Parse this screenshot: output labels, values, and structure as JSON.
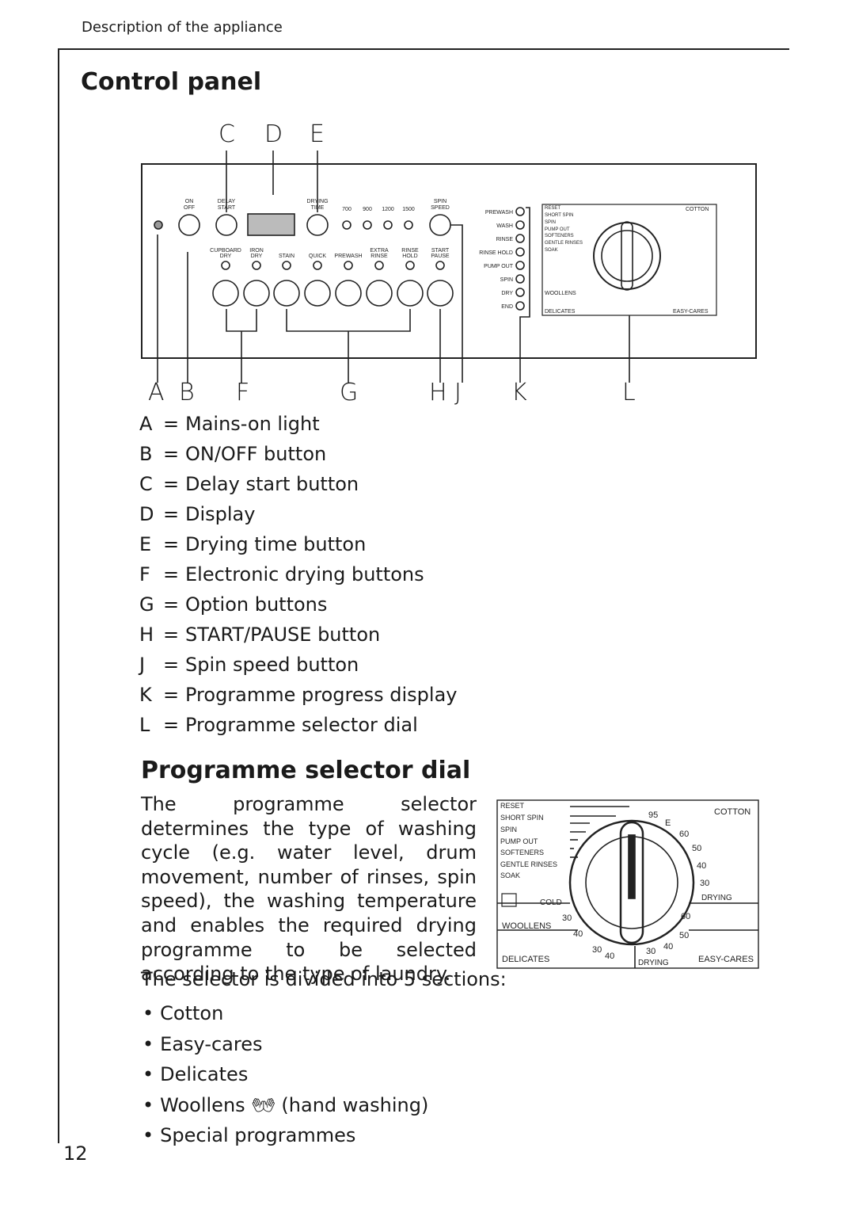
{
  "header": "Description of the appliance",
  "title": "Control panel",
  "callouts_top": [
    "C",
    "D",
    "E"
  ],
  "callouts_bottom": [
    "A",
    "B",
    "F",
    "G",
    "H",
    "J",
    "K",
    "L"
  ],
  "panel": {
    "top_labels": {
      "on_off": [
        "ON",
        "OFF"
      ],
      "delay_start": [
        "DELAY",
        "START"
      ],
      "drying_time": [
        "DRYING",
        "TIME"
      ],
      "spin_speed": [
        "SPIN",
        "SPEED"
      ],
      "speeds": [
        "700",
        "900",
        "1200",
        "1500"
      ]
    },
    "option_labels": [
      [
        "CUPBOARD",
        "DRY"
      ],
      [
        "IRON",
        "DRY"
      ],
      [
        "STAIN"
      ],
      [
        "QUICK"
      ],
      [
        "PREWASH"
      ],
      [
        "EXTRA",
        "RINSE"
      ],
      [
        "RINSE",
        "HOLD"
      ],
      [
        "START",
        "PAUSE"
      ]
    ],
    "progress_labels": [
      "PREWASH",
      "WASH",
      "RINSE",
      "RINSE HOLD",
      "PUMP OUT",
      "SPIN",
      "DRY",
      "END"
    ]
  },
  "dial": {
    "left_labels": [
      "RESET",
      "SHORT SPIN",
      "SPIN",
      "PUMP OUT",
      "SOFTENERS",
      "GENTLE RINSES",
      "SOAK"
    ],
    "cotton": "COTTON",
    "cotton_temps": [
      "95",
      "E",
      "60",
      "50",
      "40",
      "30"
    ],
    "drying": "DRYING",
    "cold": "COLD",
    "woollens": "WOOLLENS",
    "woollens_temps": [
      "30",
      "40"
    ],
    "delicates": "DELICATES",
    "delicates_temps": [
      "30",
      "40"
    ],
    "easycares": "EASY-CARES",
    "easycares_temps": [
      "60",
      "50",
      "40",
      "30"
    ],
    "drying_bottom": "DRYING"
  },
  "legend": [
    {
      "key": "A",
      "text": "Mains-on light"
    },
    {
      "key": "B",
      "text": "ON/OFF button"
    },
    {
      "key": "C",
      "text": "Delay start button"
    },
    {
      "key": "D",
      "text": "Display"
    },
    {
      "key": "E",
      "text": "Drying time button"
    },
    {
      "key": "F",
      "text": "Electronic drying buttons"
    },
    {
      "key": "G",
      "text": "Option buttons"
    },
    {
      "key": "H",
      "text": "START/PAUSE button"
    },
    {
      "key": "J",
      "text": "Spin speed button"
    },
    {
      "key": "K",
      "text": "Programme progress display"
    },
    {
      "key": "L",
      "text": "Programme selector dial"
    }
  ],
  "section2_title": "Programme selector dial",
  "paragraph": "The programme selector determines the type of washing cycle (e.g. water level, drum movement, number of rinses, spin speed), the washing temperature and enables the required drying programme to be selected according to the type of laundry.",
  "paragraph2": "The selector is divided into 5 sections:",
  "bullets": [
    "Cotton",
    "Easy-cares",
    "Delicates",
    "Woollens",
    "Special programmes"
  ],
  "woollens_suffix": "(hand washing)",
  "page_number": "12"
}
